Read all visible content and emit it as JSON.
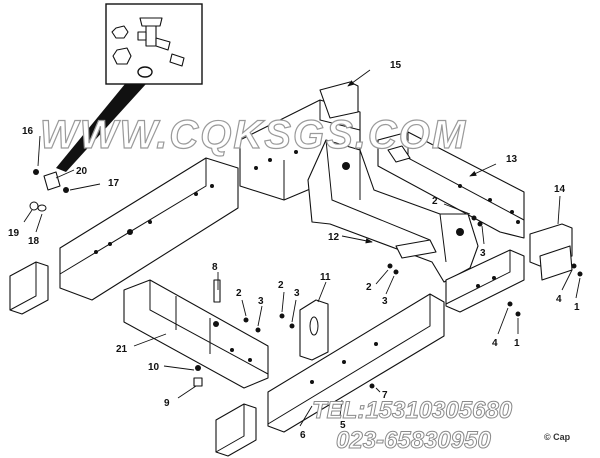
{
  "watermark": {
    "site": "WWW.CQKSGS.COM",
    "tel": "TEL:15310305680",
    "phone": "023-65830950"
  },
  "stamp": "© Cap",
  "callouts": [
    "1",
    "2",
    "3",
    "4",
    "5",
    "6",
    "7",
    "8",
    "9",
    "10",
    "11",
    "12",
    "13",
    "14",
    "15",
    "16",
    "17",
    "18",
    "19",
    "20",
    "21"
  ],
  "callout_2": "2",
  "callout_3": "3"
}
